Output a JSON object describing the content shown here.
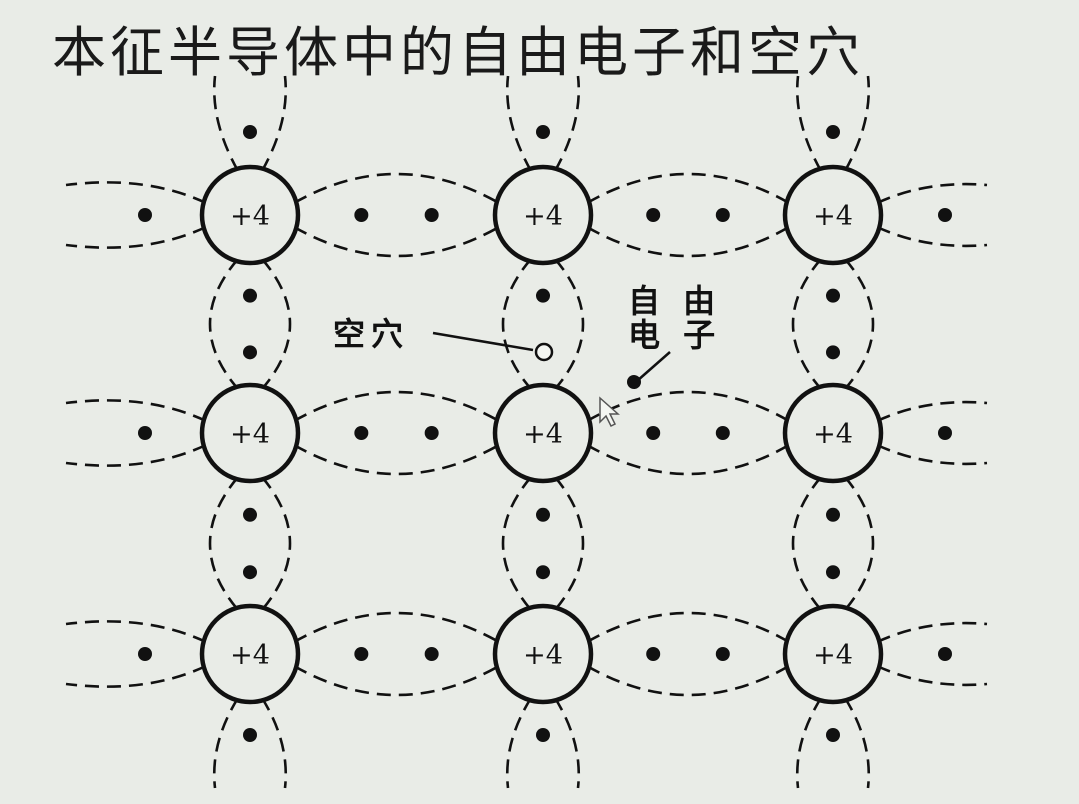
{
  "slide": {
    "title": "本征半导体中的自由电子和空穴"
  },
  "lattice": {
    "atom_charge_label": "+4",
    "rows": 3,
    "columns": 3,
    "hole_label": "空穴",
    "free_electron_label_line1": "自 由",
    "free_electron_label_line2": "电 子"
  },
  "colors": {
    "background": "#e9ece7",
    "ink": "#111111"
  }
}
